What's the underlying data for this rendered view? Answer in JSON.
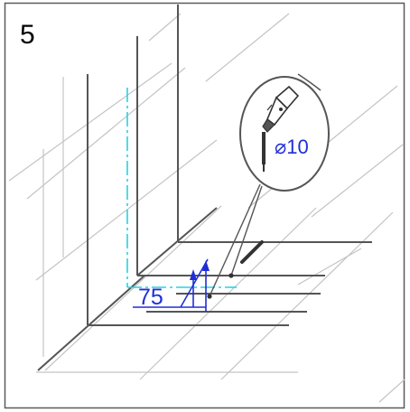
{
  "step_number": "5",
  "dimensions": {
    "height_label": "75",
    "drill_diameter": "⌀10"
  },
  "colors": {
    "frame": "#5a5a5a",
    "wall_edge": "#555555",
    "grid_light": "#c4c4c4",
    "grid_dark": "#6a6a6a",
    "dimension": "#1f2fd6",
    "marking_line": "#21d4e8",
    "drill_body": "#555555"
  },
  "icons": {
    "drill": "drill-icon",
    "magnifier": "magnifier-circle"
  }
}
